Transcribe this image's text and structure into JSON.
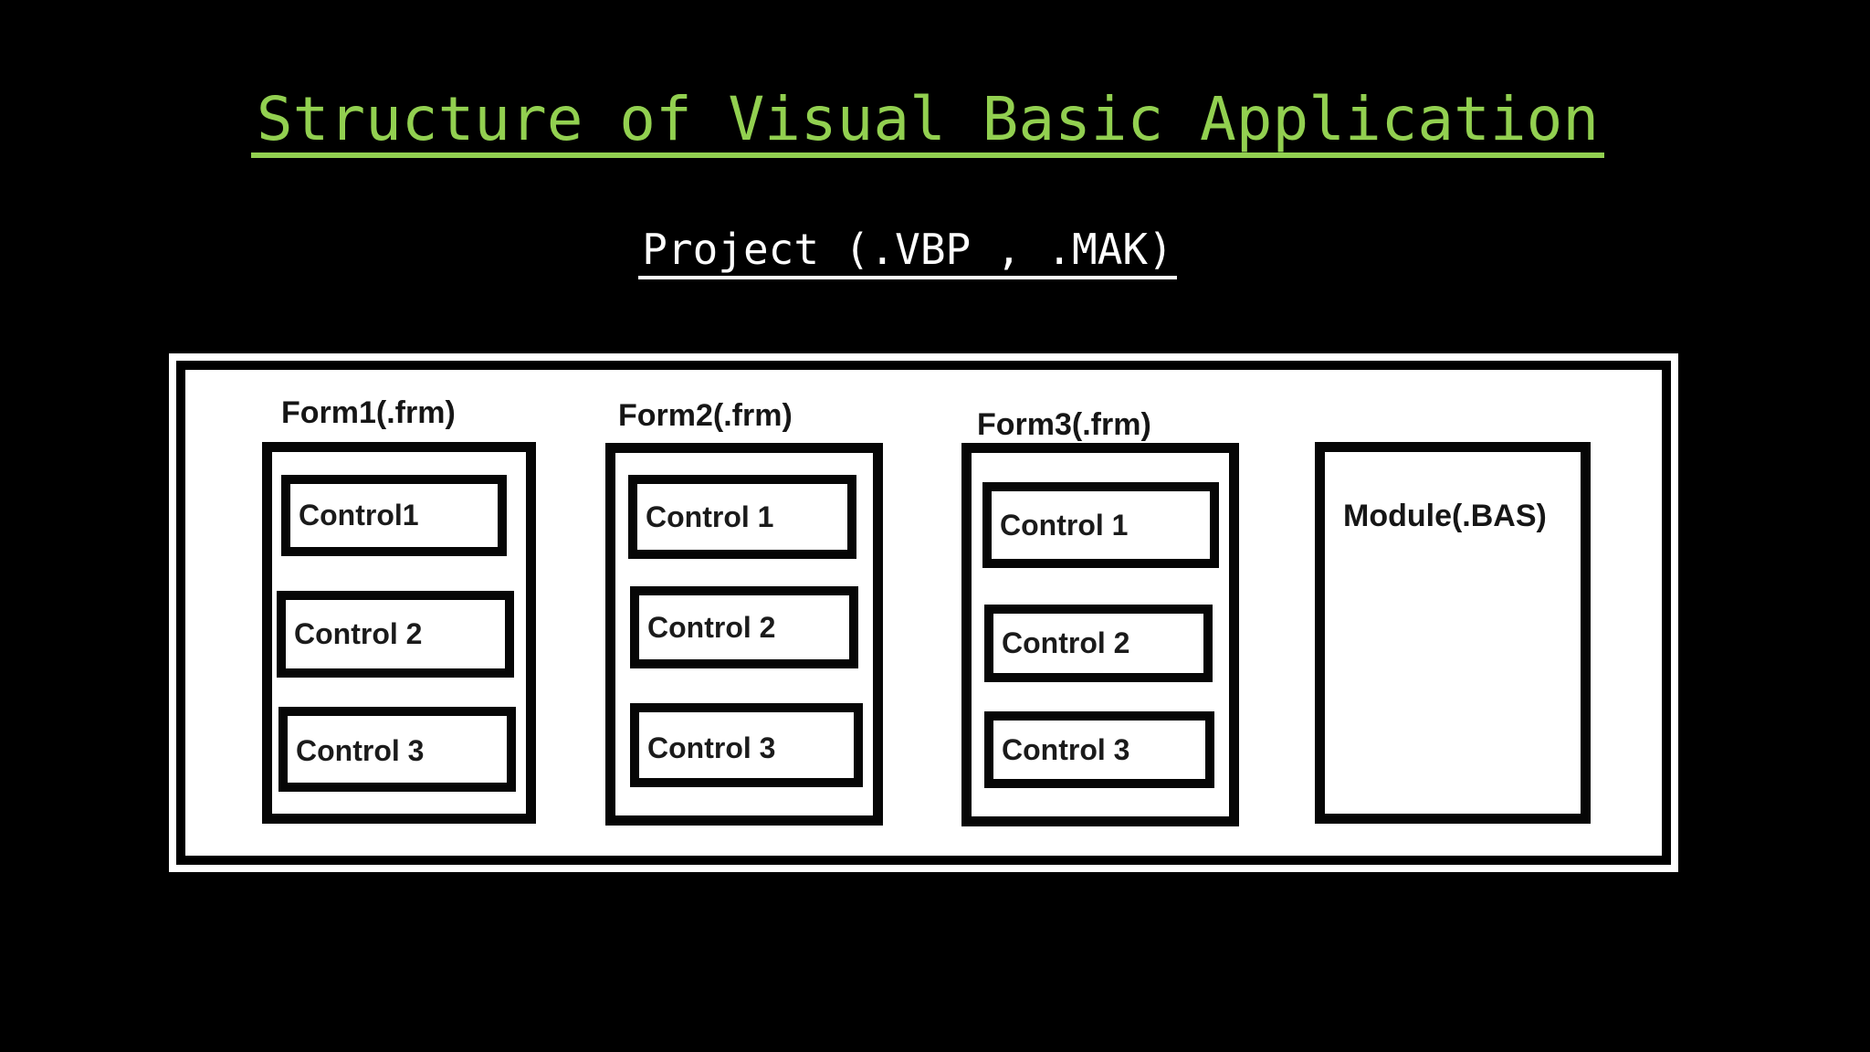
{
  "page": {
    "title": "Structure of Visual Basic Application",
    "subtitle": "Project (.VBP , .MAK)",
    "colors": {
      "background": "#000000",
      "title_green": "#92D050",
      "subtitle_white": "#FFFFFF",
      "panel_fill": "#FFFFFF",
      "box_border": "#060606",
      "label_text": "#161616"
    }
  },
  "diagram": {
    "forms": [
      {
        "label": "Form1(.frm)",
        "controls": [
          "Control1",
          "Control 2",
          "Control 3"
        ]
      },
      {
        "label": "Form2(.frm)",
        "controls": [
          "Control 1",
          "Control 2",
          "Control 3"
        ]
      },
      {
        "label": "Form3(.frm)",
        "controls": [
          "Control 1",
          "Control 2",
          "Control 3"
        ]
      }
    ],
    "module": {
      "label": "Module(.BAS)"
    }
  }
}
